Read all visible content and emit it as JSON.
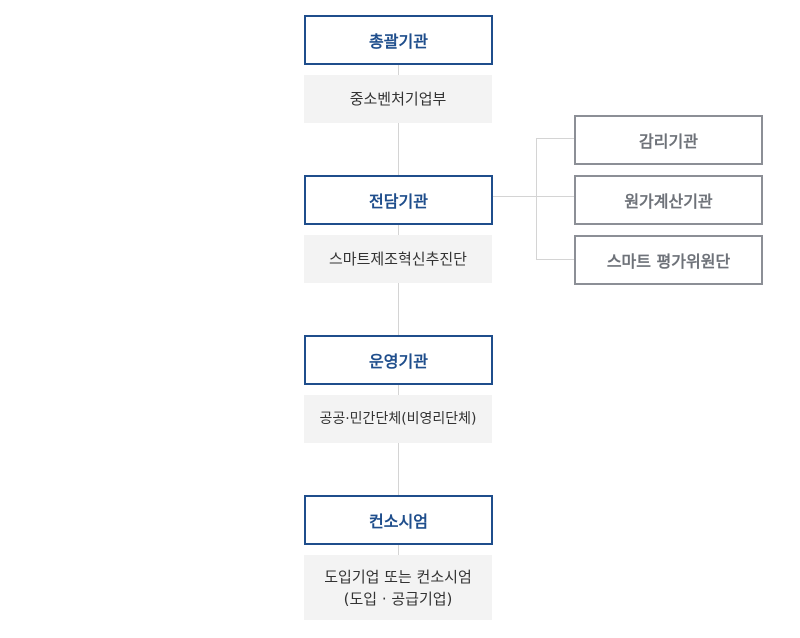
{
  "nodes": [
    {
      "title": "총괄기관",
      "desc": [
        "중소벤처기업부"
      ]
    },
    {
      "title": "전담기관",
      "desc": [
        "스마트제조혁신추진단"
      ]
    },
    {
      "title": "운영기관",
      "desc": [
        "공공·민간단체(비영리단체)"
      ]
    },
    {
      "title": "컨소시엄",
      "desc": [
        "도입기업 또는 컨소시엄",
        "(도입 · 공급기업)"
      ]
    }
  ],
  "side": [
    {
      "title": "감리기관"
    },
    {
      "title": "원가계산기관"
    },
    {
      "title": "스마트 평가위원단"
    }
  ],
  "colors": {
    "main_border": "#1f4e8c",
    "side_border": "#8c8f96",
    "sub_bg": "#f3f3f3",
    "connector": "#d4d4d4"
  }
}
